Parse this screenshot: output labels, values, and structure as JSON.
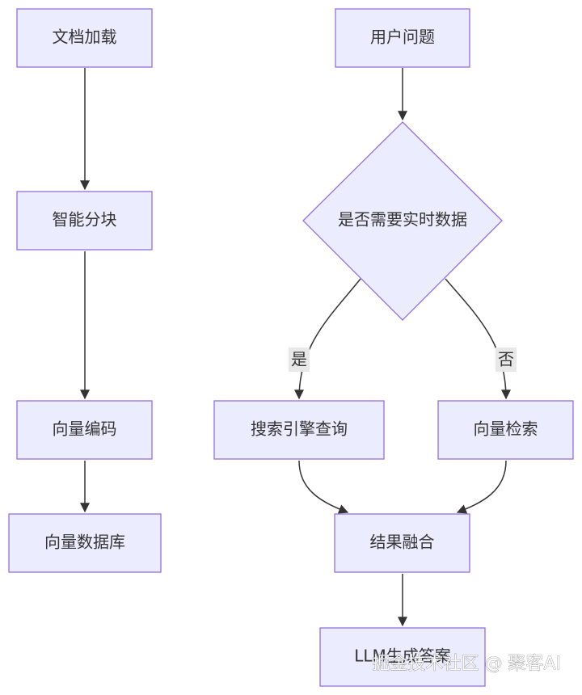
{
  "nodes": {
    "doc_load": "文档加载",
    "smart_chunk": "智能分块",
    "vector_encode": "向量编码",
    "vector_db": "向量数据库",
    "user_question": "用户问题",
    "need_realtime": "是否需要实时数据",
    "search_engine": "搜索引擎查询",
    "vector_search": "向量检索",
    "result_merge": "结果融合",
    "llm_answer": "LLM生成答案"
  },
  "edge_labels": {
    "yes": "是",
    "no": "否"
  },
  "watermark": "掘金技术社区 @ 聚客AI",
  "colors": {
    "node_fill": "#ECECFF",
    "node_stroke": "#9370DB",
    "edge": "#333333",
    "text": "#333333"
  }
}
